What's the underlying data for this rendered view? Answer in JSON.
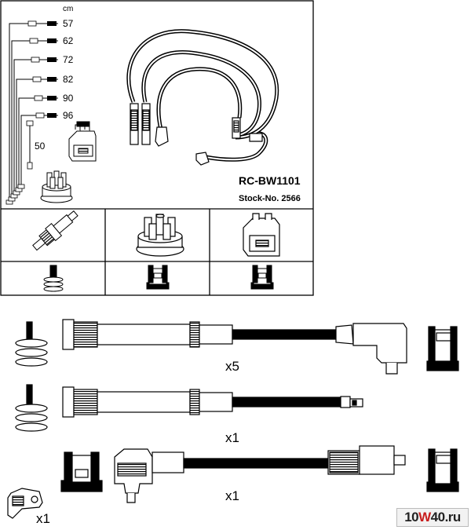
{
  "header": {
    "part_number": "RC-BW1101",
    "stock_number": "Stock-No. 2566"
  },
  "length_table": {
    "unit": "cm",
    "lengths": [
      "57",
      "62",
      "72",
      "82",
      "90",
      "96"
    ],
    "coil_lead": "50"
  },
  "cable_groups": [
    {
      "quantity": "x5"
    },
    {
      "quantity": "x1"
    },
    {
      "quantity": "x1"
    }
  ],
  "extra_connector": {
    "quantity": "x1"
  },
  "watermark": {
    "prefix": "10",
    "highlight": "W",
    "suffix": "40.ru"
  },
  "colors": {
    "line": "#000000",
    "fill_light": "#e6e6e6",
    "fill_mid": "#9a9a9a",
    "watermark_accent": "#c81e1e"
  }
}
